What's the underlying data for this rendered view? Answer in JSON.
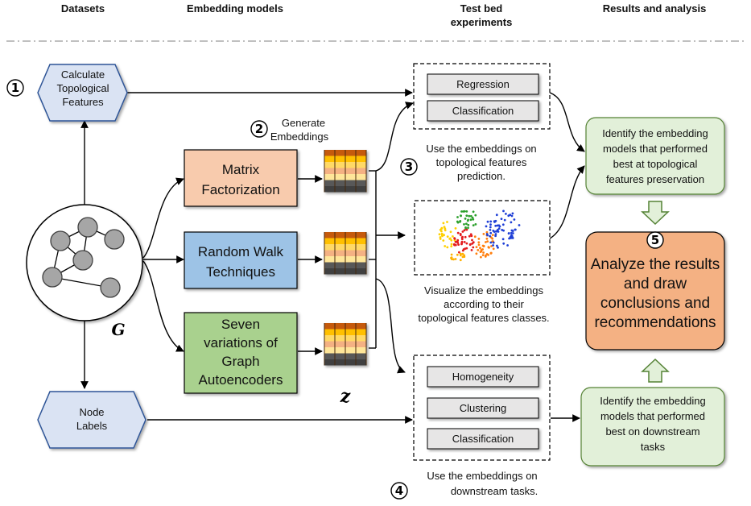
{
  "headers": {
    "datasets": "Datasets",
    "embedding_models": "Embedding models",
    "test_bed_line1": "Test bed",
    "test_bed_line2": "experiments",
    "results": "Results and analysis"
  },
  "datasets": {
    "topo_line1": "Calculate",
    "topo_line2": "Topological",
    "topo_line3": "Features",
    "graph_symbol": "G",
    "labels_line1": "Node",
    "labels_line2": "Labels"
  },
  "steps": {
    "one": "1",
    "two": "2",
    "three": "3",
    "four": "4",
    "five": "5"
  },
  "embedding": {
    "generate_line1": "Generate",
    "generate_line2": "Embeddings",
    "mf_line1": "Matrix",
    "mf_line2": "Factorization",
    "rw_line1": "Random Walk",
    "rw_line2": "Techniques",
    "gae_line1": "Seven",
    "gae_line2": "variations of",
    "gae_line3": "Graph",
    "gae_line4": "Autoencoders",
    "z_symbol": "z"
  },
  "testbed": {
    "regression": "Regression",
    "classification_top": "Classification",
    "pred_line1": "Use the embeddings on",
    "pred_line2": "topological features",
    "pred_line3": "prediction.",
    "viz_line1": "Visualize the embeddings",
    "viz_line2": "according to their",
    "viz_line3": "topological features classes.",
    "homogeneity": "Homogeneity",
    "clustering": "Clustering",
    "classification_bottom": "Classification",
    "down_line1": "Use the embeddings on",
    "down_line2": "downstream tasks."
  },
  "results": {
    "topo_line1": "Identify the embedding",
    "topo_line2": "models that performed",
    "topo_line3": "best at topological",
    "topo_line4": "features preservation",
    "analyze_line1": "Analyze the results",
    "analyze_line2": "and draw",
    "analyze_line3": "conclusions and",
    "analyze_line4": "recommendations",
    "down_line1": "Identify the embedding",
    "down_line2": "models that performed",
    "down_line3": "best on downstream",
    "down_line4": "tasks"
  },
  "colors": {
    "hexagon_fill": "#dae3f3",
    "hexagon_stroke": "#2f5597",
    "matrix_fill": "#f8cbad",
    "random_walk_fill": "#9dc3e6",
    "gae_fill": "#a9d18e",
    "result_fill": "#e2f0d9",
    "result_stroke": "#548235",
    "analyze_fill": "#f4b183",
    "task_fill": "#e7e6e6",
    "node_fill": "#a6a6a6",
    "embedding_colors": [
      "#c55a11",
      "#ffc000",
      "#ffd966",
      "#f4b183",
      "#ffe699",
      "#595959",
      "#404040"
    ]
  }
}
